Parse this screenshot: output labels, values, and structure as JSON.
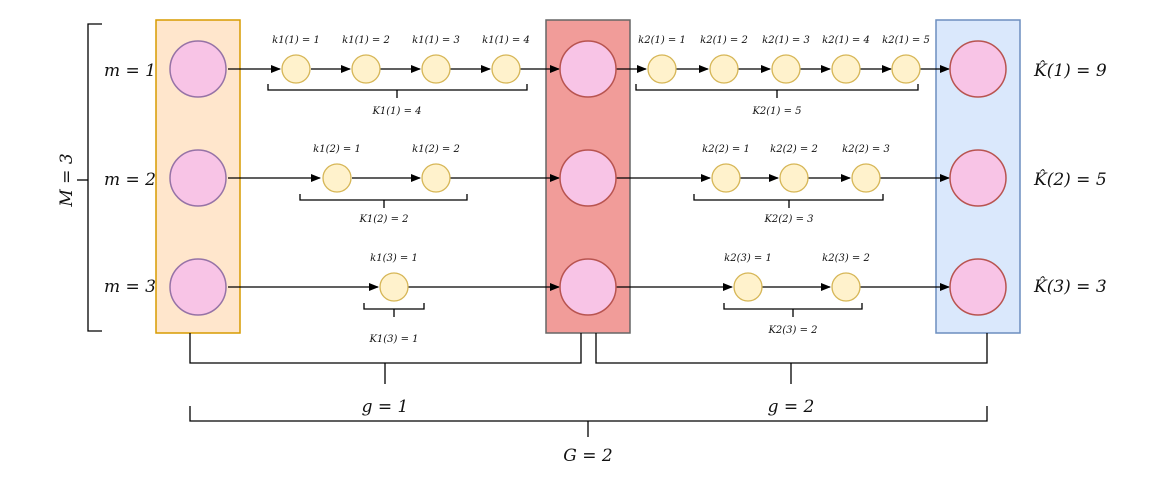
{
  "rows": [
    {
      "label": "m = 1",
      "khat": "K̂(1) = 9"
    },
    {
      "label": "m = 2",
      "khat": "K̂(2) = 5"
    },
    {
      "label": "m = 3",
      "khat": "K̂(3) = 3"
    }
  ],
  "total_m": "M = 3",
  "groups": [
    {
      "label": "g = 1",
      "steps": [
        [
          "k1(1) = 1",
          "k1(1) = 2",
          "k1(1) = 3",
          "k1(1) = 4"
        ],
        [
          "k1(2) = 1",
          "k1(2) = 2"
        ],
        [
          "k1(3) = 1"
        ]
      ],
      "totals": [
        "K1(1) = 4",
        "K1(2) = 2",
        "K1(3) = 1"
      ]
    },
    {
      "label": "g = 2",
      "steps": [
        [
          "k2(1) = 1",
          "k2(1) = 2",
          "k2(1) = 3",
          "k2(1) = 4",
          "k2(1) = 5"
        ],
        [
          "k2(2) = 1",
          "k2(2) = 2",
          "k2(2) = 3"
        ],
        [
          "k2(3) = 1",
          "k2(3) = 2"
        ]
      ],
      "totals": [
        "K2(1) = 5",
        "K2(2) = 3",
        "K2(3) = 2"
      ]
    }
  ],
  "total_g": "G = 2",
  "colors": {
    "node_fill": "#f8c4e6",
    "node_stroke": "#9673a6",
    "node_stroke_red": "#b85450",
    "step_fill": "#fff2cc",
    "step_stroke": "#d6b656",
    "box1_fill": "#ffe6cc",
    "box1_stroke": "#d79b00",
    "box2_fill": "#f19c99",
    "box2_stroke": "#666666",
    "box3_fill": "#dae8fc",
    "box3_stroke": "#6c8ebf"
  }
}
